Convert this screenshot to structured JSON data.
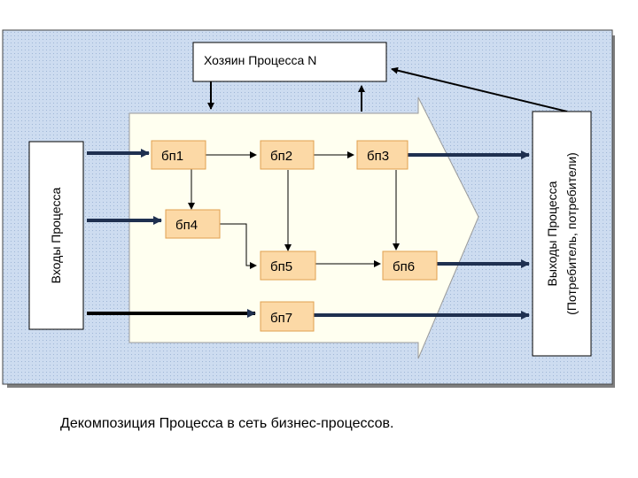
{
  "owner": {
    "label": "Хозяин Процесса N"
  },
  "inputs": {
    "label": "Входы Процесса"
  },
  "outputs": {
    "line1": "Выходы Процесса",
    "line2": "(Потребитель, потребители)"
  },
  "processes": [
    "бп1",
    "бп2",
    "бп3",
    "бп4",
    "бп5",
    "бп6",
    "бп7"
  ],
  "caption": "Декомпозиция Процесса в сеть бизнес-процессов.",
  "colors": {
    "background_panel": "#c6d9f1",
    "arrow_fill": "#fffff0",
    "process_box": "#fcd9a6",
    "process_border": "#e0a050",
    "flow_line": "#1f3050"
  }
}
